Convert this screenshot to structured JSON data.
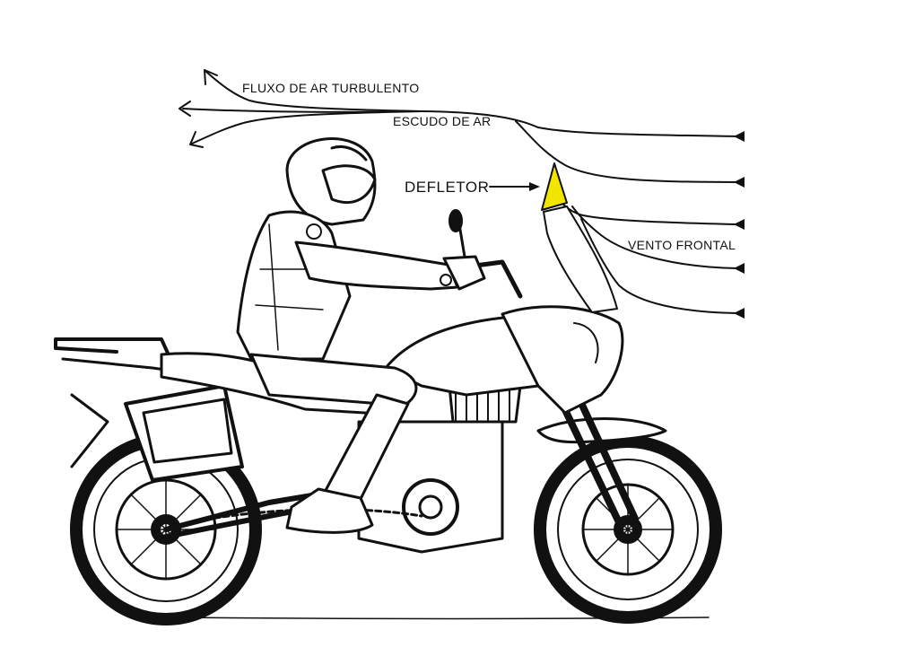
{
  "labels": {
    "turbulent_flow": "FLUXO DE AR TURBULENTO",
    "air_shield": "ESCUDO DE AR",
    "deflector": "DEFLETOR",
    "head_wind": "VENTO FRONTAL"
  },
  "colors": {
    "ink": "#111111",
    "deflector_fill": "#f2e600",
    "paper": "#ffffff"
  },
  "icons": {
    "rider": "motorcycle-rider-illustration",
    "arrow": "arrowhead"
  }
}
